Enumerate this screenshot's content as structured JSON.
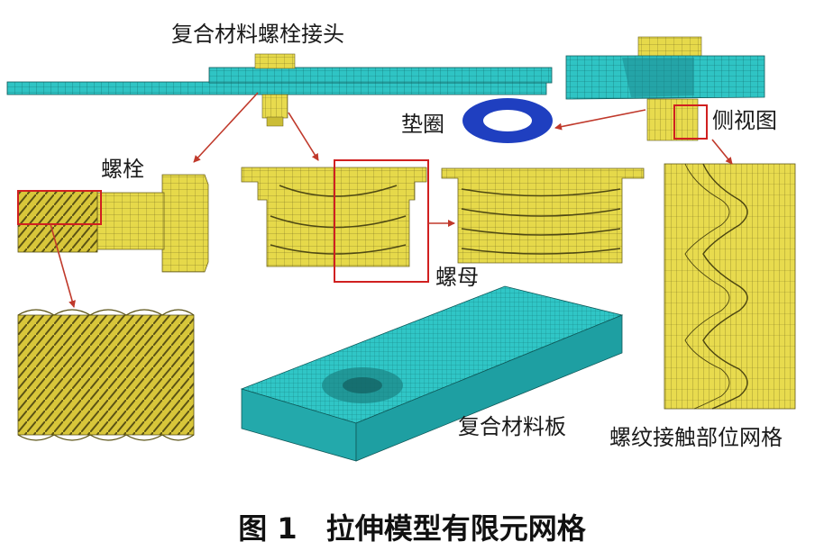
{
  "labels": {
    "joint": "复合材料螺栓接头",
    "bolt": "螺栓",
    "washer": "垫圈",
    "side_view": "侧视图",
    "nut": "螺母",
    "plate": "复合材料板",
    "thread_mesh": "螺纹接触部位网格"
  },
  "caption": "图 1　拉伸模型有限元网格",
  "colors": {
    "mesh_teal": "#2fc4c4",
    "metal_yellow": "#e6d94a",
    "washer_blue": "#1f3fc0",
    "callout_red": "#d02020",
    "arrow_red": "#c0392b"
  }
}
